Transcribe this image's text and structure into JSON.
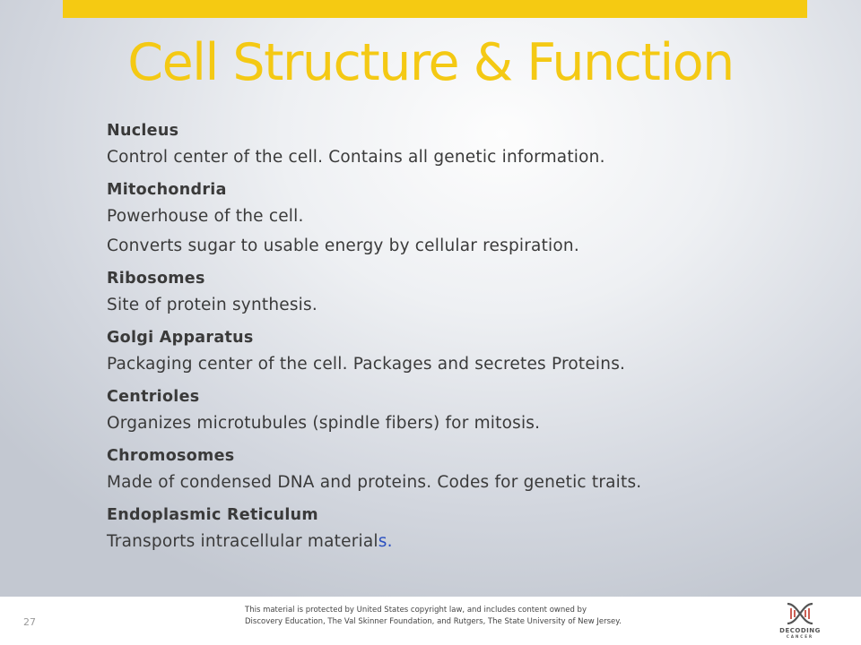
{
  "slide": {
    "title": "Cell Structure & Function",
    "entries": [
      {
        "term": "Nucleus",
        "lines": [
          "Control center of the cell. Contains all genetic information."
        ]
      },
      {
        "term": "Mitochondria",
        "lines": [
          "Powerhouse of the cell.",
          "Converts sugar to usable energy by cellular respiration."
        ]
      },
      {
        "term": "Ribosomes",
        "lines": [
          "Site of protein synthesis."
        ]
      },
      {
        "term": "Golgi Apparatus",
        "lines": [
          "Packaging center of the cell. Packages and secretes Proteins."
        ]
      },
      {
        "term": "Centrioles",
        "lines": [
          "Organizes microtubules (spindle fibers) for mitosis."
        ]
      },
      {
        "term": "Chromosomes",
        "lines": [
          "Made of condensed DNA and proteins. Codes for genetic traits."
        ]
      },
      {
        "term": "Endoplasmic Reticulum",
        "lines_main": "Transports intracellular material",
        "lines_accent": "s."
      }
    ]
  },
  "footer": {
    "slide_number": "27",
    "copyright_line1": "This material is protected by United States copyright law, and includes content owned by",
    "copyright_line2": "Discovery Education, The Val Skinner Foundation, and Rutgers, The State University of New Jersey.",
    "logo_text": "DECODING",
    "logo_subtext": "CANCER",
    "logo_icon": "dna-helix-icon"
  },
  "colors": {
    "title": "#f4c914",
    "top_bar": "#f5ca12",
    "text": "#3a3a3a",
    "accent": "#2a4fc0",
    "logo": "#c0392b"
  }
}
